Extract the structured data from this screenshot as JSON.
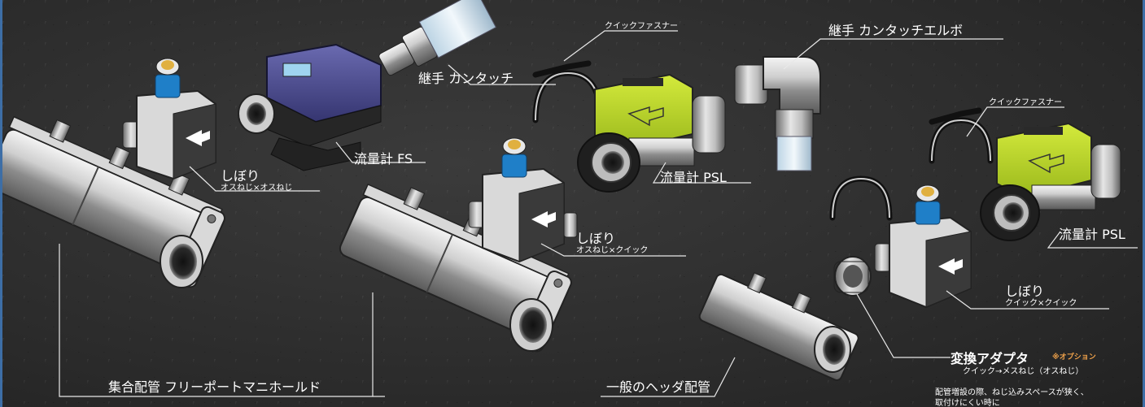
{
  "labels": {
    "fitting_onetouch": "継手 カンタッチ",
    "fitting_elbow": "継手 カンタッチエルボ",
    "quick_fastener_1": "クイックファスナー",
    "quick_fastener_2": "クイックファスナー",
    "flowmeter_fs": "流量計 FS",
    "flowmeter_psl_1": "流量計 PSL",
    "flowmeter_psl_2": "流量計 PSL",
    "throttle_1_title": "しぼり",
    "throttle_1_sub": "オスねじ×オスねじ",
    "throttle_2_title": "しぼり",
    "throttle_2_sub": "オスねじ×クイック",
    "throttle_3_title": "しぼり",
    "throttle_3_sub": "クイック×クイック",
    "adapter_title": "変換アダプタ",
    "adapter_option": "※オプション",
    "adapter_sub": "クイック→メスねじ（オスねじ）",
    "adapter_note_1": "配管増設の際、ねじ込みスペースが狭く、",
    "adapter_note_2": "取付けにくい時に",
    "manifold": "集合配管 フリーポートマニホールド",
    "header_pipe": "一般のヘッダ配管"
  },
  "colors": {
    "accent_border": "#3d6ea6",
    "option_orange": "#f0a24a",
    "psl_green": "#b6d42a",
    "fs_purple": "#4a4a8a",
    "knob_blue": "#1f7fc8"
  }
}
